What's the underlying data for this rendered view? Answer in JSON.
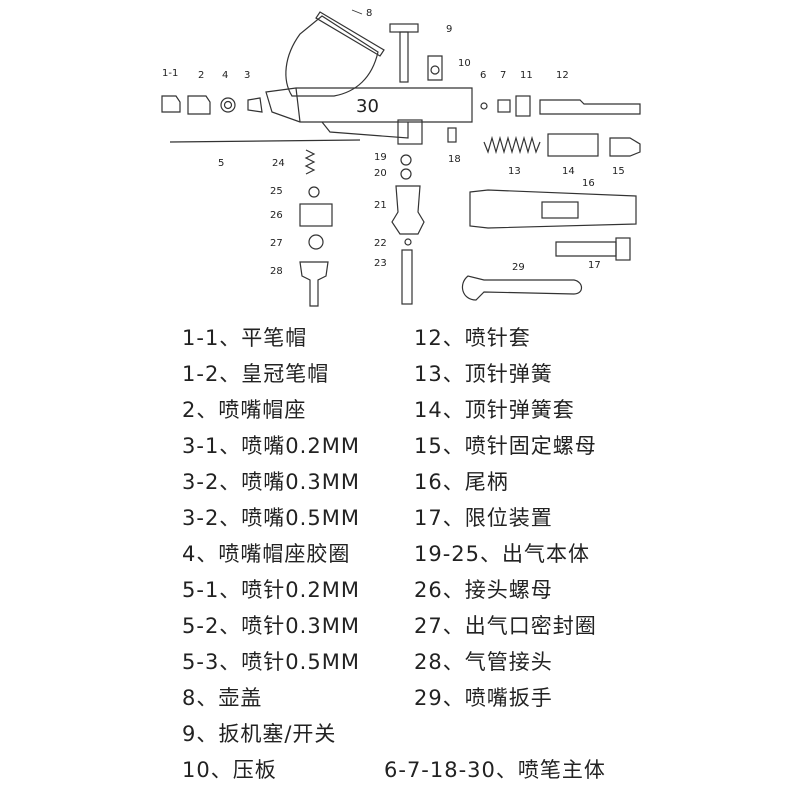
{
  "body_number": "30",
  "callouts": [
    {
      "id": "c8",
      "text": "8"
    },
    {
      "id": "c9",
      "text": "9"
    },
    {
      "id": "c10",
      "text": "10"
    },
    {
      "id": "c1_1",
      "text": "1-1"
    },
    {
      "id": "c2",
      "text": "2"
    },
    {
      "id": "c4",
      "text": "4"
    },
    {
      "id": "c3",
      "text": "3"
    },
    {
      "id": "c6",
      "text": "6"
    },
    {
      "id": "c7",
      "text": "7"
    },
    {
      "id": "c11",
      "text": "11"
    },
    {
      "id": "c12",
      "text": "12"
    },
    {
      "id": "c5",
      "text": "5"
    },
    {
      "id": "c18",
      "text": "18"
    },
    {
      "id": "c13",
      "text": "13"
    },
    {
      "id": "c14",
      "text": "14"
    },
    {
      "id": "c15",
      "text": "15"
    },
    {
      "id": "c24",
      "text": "24"
    },
    {
      "id": "c19",
      "text": "19"
    },
    {
      "id": "c20",
      "text": "20"
    },
    {
      "id": "c25",
      "text": "25"
    },
    {
      "id": "c21",
      "text": "21"
    },
    {
      "id": "c16",
      "text": "16"
    },
    {
      "id": "c26",
      "text": "26"
    },
    {
      "id": "c27",
      "text": "27"
    },
    {
      "id": "c22",
      "text": "22"
    },
    {
      "id": "c17",
      "text": "17"
    },
    {
      "id": "c23",
      "text": "23"
    },
    {
      "id": "c28",
      "text": "28"
    },
    {
      "id": "c29",
      "text": "29"
    }
  ],
  "legend_left": [
    "1-1、平笔帽",
    "1-2、皇冠笔帽",
    "2、喷嘴帽座",
    "3-1、喷嘴0.2MM",
    "3-2、喷嘴0.3MM",
    "3-2、喷嘴0.5MM",
    "4、喷嘴帽座胶圈",
    "5-1、喷针0.2MM",
    "5-2、喷针0.3MM",
    "5-3、喷针0.5MM",
    "8、壶盖",
    "9、扳机塞/开关",
    "10、压板"
  ],
  "legend_right": [
    "12、喷针套",
    "13、顶针弹簧",
    "14、顶针弹簧套",
    "15、喷针固定螺母",
    "16、尾柄",
    "17、限位装置",
    "19-25、出气本体",
    "26、接头螺母",
    "27、出气口密封圈",
    "28、气管接头",
    "29、喷嘴扳手",
    "",
    "6-7-18-30、喷笔主体"
  ]
}
